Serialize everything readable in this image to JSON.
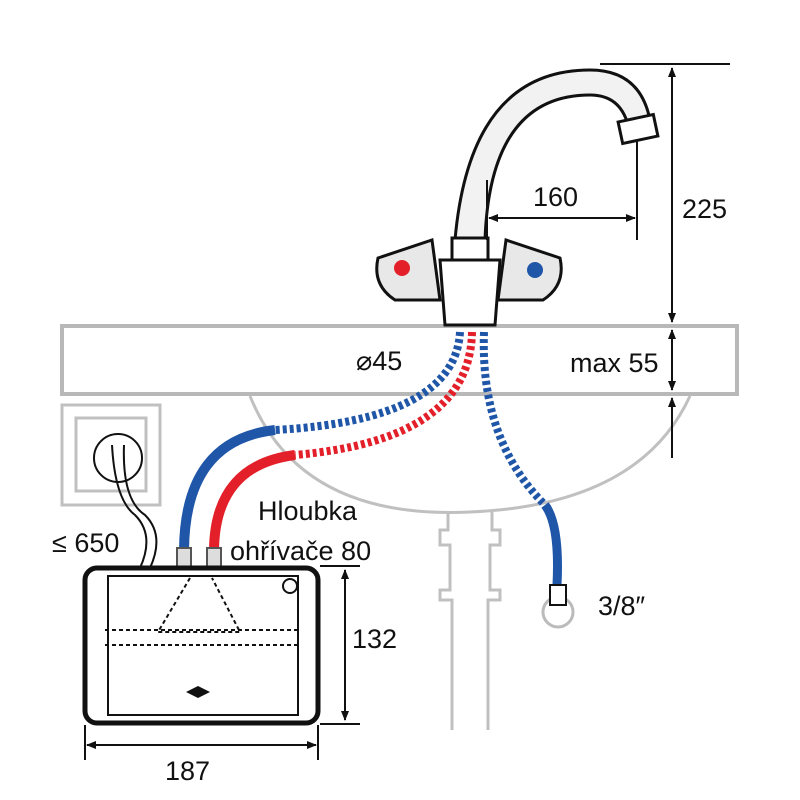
{
  "labels": {
    "spout_height": "225",
    "spout_reach": "160",
    "hole_diameter": "⌀45",
    "counter_thickness": "max 55",
    "cable_length": "≤ 650",
    "depth_line1": "Hloubka",
    "depth_line2": "ohřívače 80",
    "heater_height": "132",
    "heater_width": "187",
    "connection": "3/8″"
  },
  "colors": {
    "hot": "#e3202a",
    "cold": "#1f56a8",
    "outline": "#b8b8b8",
    "dark": "#111111"
  }
}
